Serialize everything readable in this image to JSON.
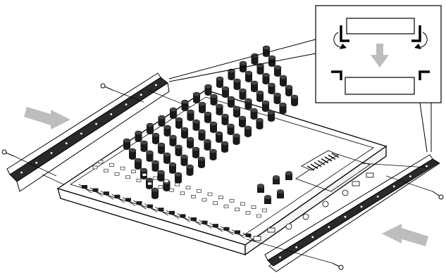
{
  "figure": {
    "subject": "rack-ear-mounting-illustration",
    "knob_grid": {
      "rows": 6,
      "columns": 13
    },
    "fader_count": 16,
    "screw_count": 4,
    "arrow_count": 2,
    "inset_arrow_count": 1,
    "colors": {
      "line": "#000000",
      "fill": "#ffffff",
      "arrow": "#bdbdbd",
      "rail": "#2a2a2a",
      "knob": "#1a1a1a"
    }
  }
}
